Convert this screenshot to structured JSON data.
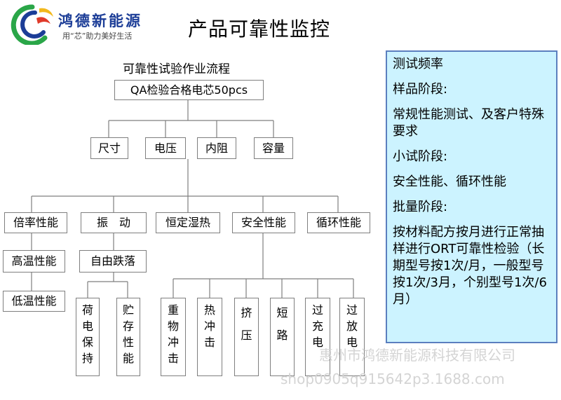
{
  "header": {
    "company": "鸿德新能源",
    "slogan": "用“芯”助力美好生活",
    "title": "产品可靠性监控"
  },
  "flow": {
    "title": "可靠性试验作业流程",
    "root": "QA检验合格电芯50pcs",
    "level1": [
      "尺寸",
      "电压",
      "内阻",
      "容量"
    ],
    "level2": [
      "倍率性能",
      "振　动",
      "恒定湿热",
      "安全性能",
      "循环性能"
    ],
    "rate_children": [
      "高温性能",
      "低温性能"
    ],
    "vibration_child": "自由跌落",
    "drop_children": [
      "荷电保持",
      "贮存性能"
    ],
    "safety_children": [
      "重物冲击",
      "热冲击",
      "挤压",
      "短路",
      "过充电",
      "过放电"
    ]
  },
  "panel": {
    "lines": [
      "测试频率",
      "样品阶段:",
      "常规性能测试、及客户特殊要求",
      "小试阶段:",
      "安全性能、循环性能",
      "批量阶段:",
      "按材料配方按月进行正常抽样进行ORT可靠性检验（长期型号按1次/月，一般型号按1次/3月，个别型号1次/6月）"
    ]
  },
  "watermarks": [
    "惠州市鸿德新能源科技有限公司",
    "shop0905q915642p3.1688.com"
  ],
  "colors": {
    "panel_bg": "#ccf3ff",
    "panel_border": "#5b7fbf",
    "logo_blue": "#1c3d97",
    "logo_green": "#2aa648",
    "logo_red": "#e03a2a"
  }
}
